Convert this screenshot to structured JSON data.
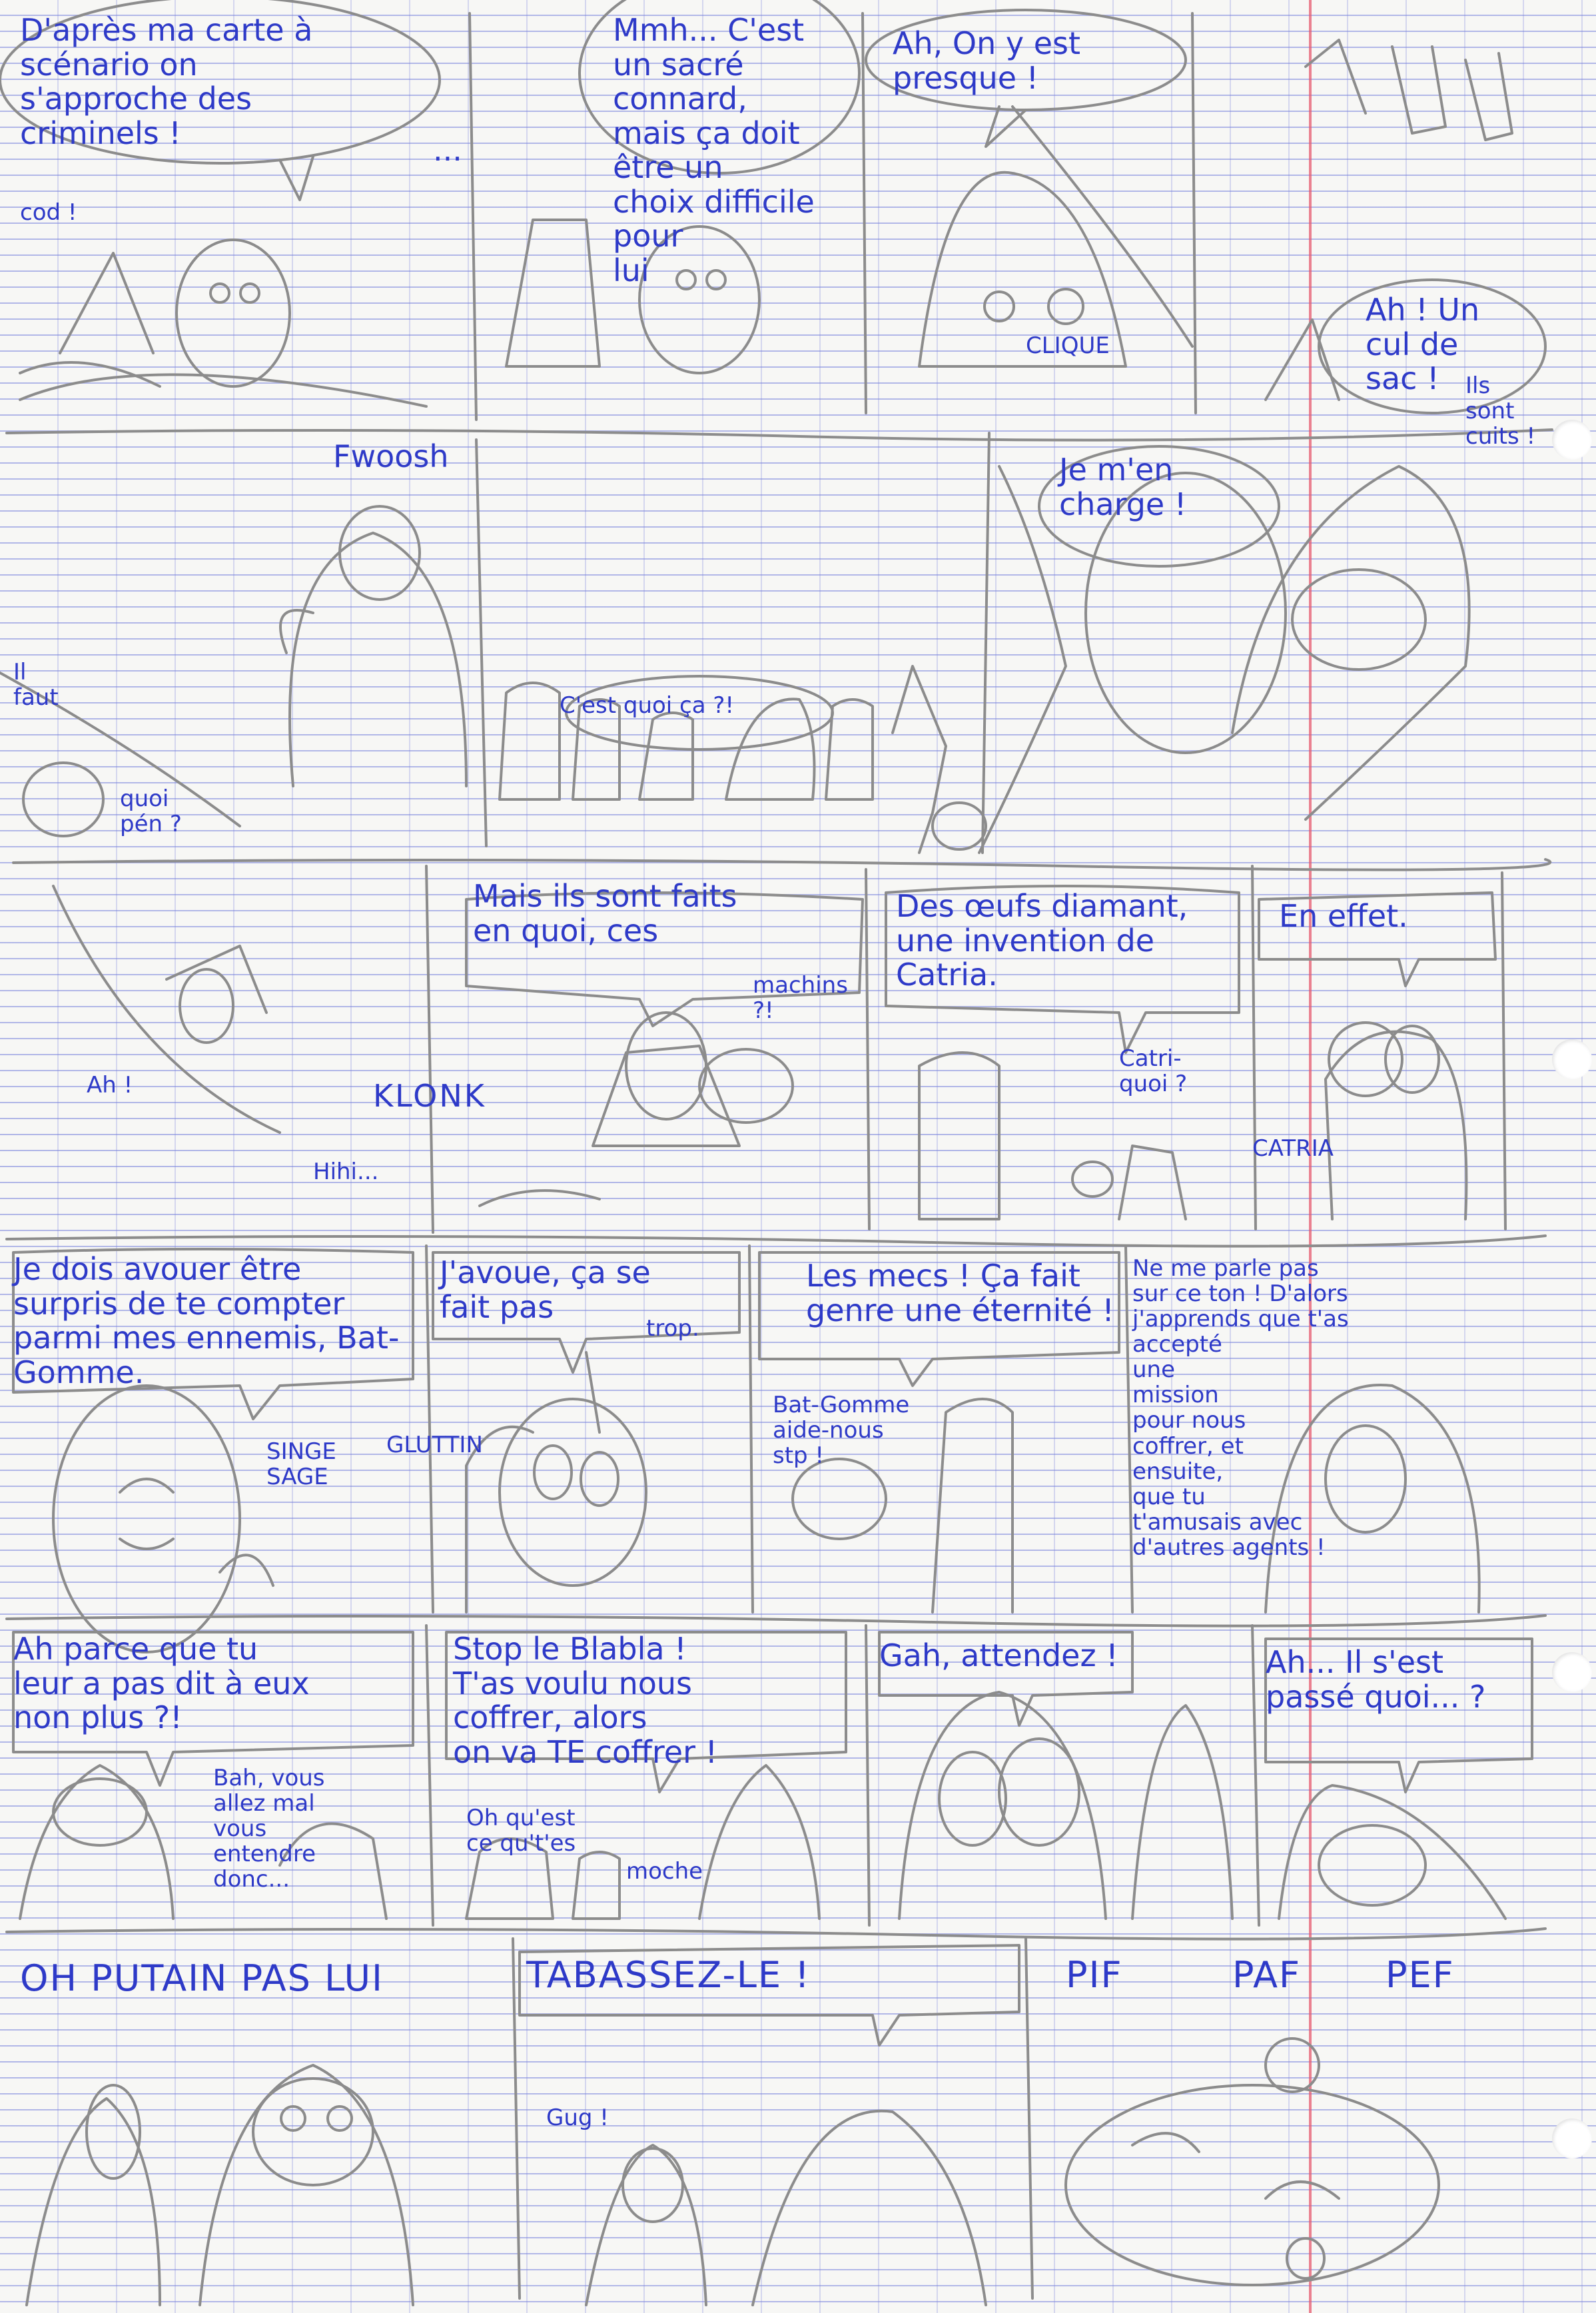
{
  "page": {
    "title": "",
    "ink_color": "#2e3ac8",
    "pencil_color": "#8a8a8a",
    "margin_color": "#e65a6e"
  },
  "row1": {
    "p1_bubble": "D'après ma carte à\nscénario on\ns'approche des\ncriminels !",
    "p1_sfx": "cod !",
    "p1_dots": "...",
    "p2_bubble": "Mmh... C'est\nun sacré\nconnard,\nmais ça doit\nêtre un\nchoix difficile\npour\nlui",
    "p3_bubble": "Ah, On y est\npresque !",
    "p3_sfx": "CLIQUE",
    "p4_bubble": "Ah ! Un\ncul de\nsac !",
    "p4_aside": "Ils\nsont\ncuits !"
  },
  "row2": {
    "p1_sfx": "Fwoosh",
    "p1_small": "Il\nfaut",
    "p1_small2": "quoi\npén ?",
    "p2_bubble": "C'est quoi ça ?!",
    "p3_bubble": "Je m'en\ncharge !"
  },
  "row3": {
    "p1_cry": "Ah !",
    "p1_sfx": "KLONK",
    "p1_small": "Hihi...",
    "p2_bubble": "Mais ils sont faits\nen quoi, ces",
    "p2_word": "machins\n?!",
    "p3_bubble": "Des œufs diamant,\nune invention de\nCatria.",
    "p3_reply": "Catri-\nquoi ?",
    "p4_bubble": "En effet.",
    "p4_sign": "CATRIA"
  },
  "row4": {
    "p1_bubble": "Je dois avouer être\nsurpris de te compter\nparmi mes ennemis, Bat-\nGomme.",
    "p1_label": "SINGE\nSAGE",
    "p2_bubble": "J'avoue, ça se\nfait pas",
    "p2_word": "trop.",
    "p2_label": "GLUTTIN",
    "p3_bubble": "Les mecs ! Ça fait\ngenre une éternité !",
    "p3_small": "Bat-Gomme\naide-nous\nstp !",
    "p4_bubble": "Ne me parle pas\nsur ce ton ! D'alors\nj'apprends que t'as\naccepté\nune\nmission\npour nous\ncoffrer, et\nensuite,\nque tu\nt'amusais avec\nd'autres agents !"
  },
  "row5": {
    "p1_bubble": "Ah parce que tu\nleur a pas dit à eux\nnon plus ?!",
    "p1_reply": "Bah, vous\nallez mal\nvous\nentendre\ndonc...",
    "p2_bubble": "Stop le Blabla !\nT'as voulu nous\ncoffrer, alors\non va TE coffrer !",
    "p2_small": "Oh qu'est\nce qu't'es",
    "p2_word": "moche",
    "p3_bubble": "Gah, attendez !",
    "p4_bubble": "Ah... Il s'est\npassé quoi... ?"
  },
  "row6": {
    "p1_caption": "OH PUTAIN PAS LUI",
    "p2_bubble": "TABASSEZ-LE !",
    "p2_small": "Gug !",
    "p3_sfx": [
      "PIF",
      "PAF",
      "PEF"
    ]
  }
}
